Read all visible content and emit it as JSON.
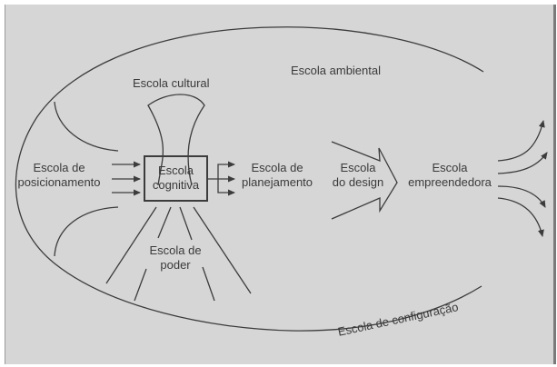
{
  "diagram": {
    "colors": {
      "background": "#d6d6d6",
      "stroke": "#3c3c3c",
      "text": "#3a3a3a"
    },
    "labels": {
      "ambiental": "Escola ambiental",
      "cultural": "Escola cultural",
      "posicionamento_1": "Escola de",
      "posicionamento_2": "posicionamento",
      "cognitiva_1": "Escola",
      "cognitiva_2": "cognitiva",
      "planejamento_1": "Escola de",
      "planejamento_2": "planejamento",
      "design_1": "Escola",
      "design_2": "do design",
      "empreendedora_1": "Escola",
      "empreendedora_2": "empreendedora",
      "poder_1": "Escola de",
      "poder_2": "poder",
      "configuracao": "Escola de configuração"
    }
  }
}
